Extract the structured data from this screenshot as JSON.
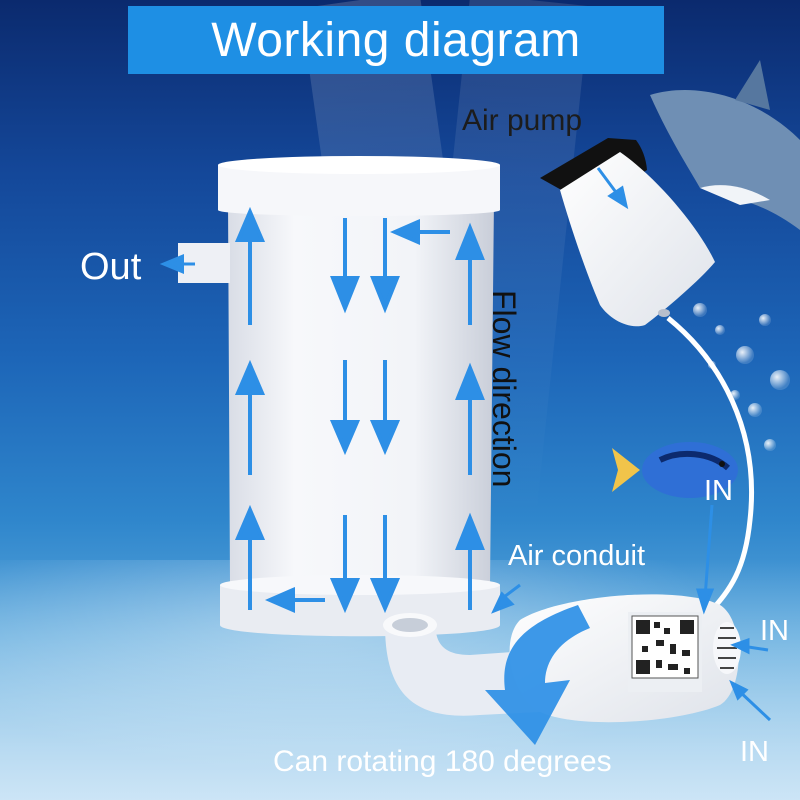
{
  "title": "Working diagram",
  "labels": {
    "air_pump": "Air pump",
    "out": "Out",
    "flow_direction": "Flow direction",
    "air_conduit": "Air conduit",
    "in": "IN",
    "rotation_note": "Can rotating 180 degrees"
  },
  "colors": {
    "title_background": "#1e8fe4",
    "flow_arrow": "#2d8fe6",
    "canister": "#f2f3f7",
    "title_text": "#ffffff"
  }
}
